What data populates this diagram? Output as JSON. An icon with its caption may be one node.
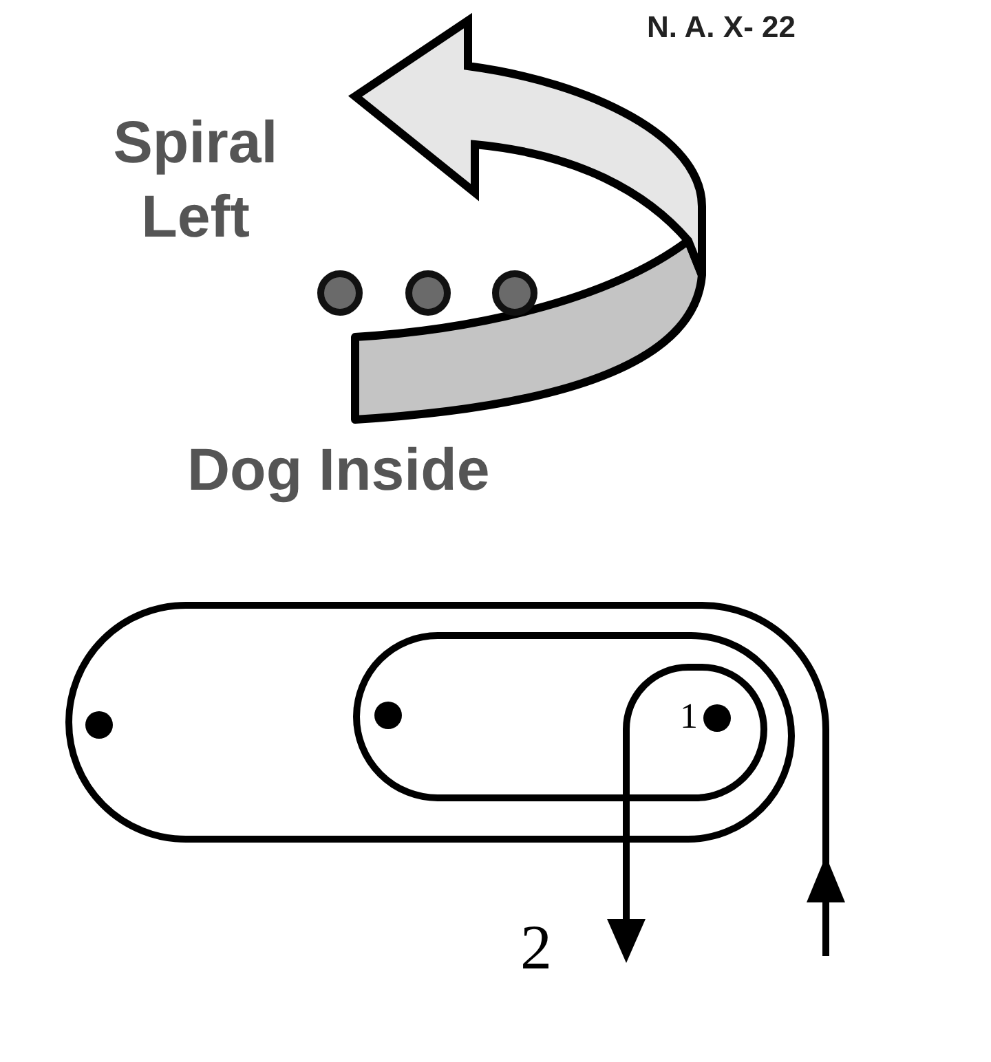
{
  "diagram": {
    "labels": [
      "N. A. X- 22",
      "Spiral Left",
      "Dog Inside",
      "1",
      "2"
    ]
  }
}
